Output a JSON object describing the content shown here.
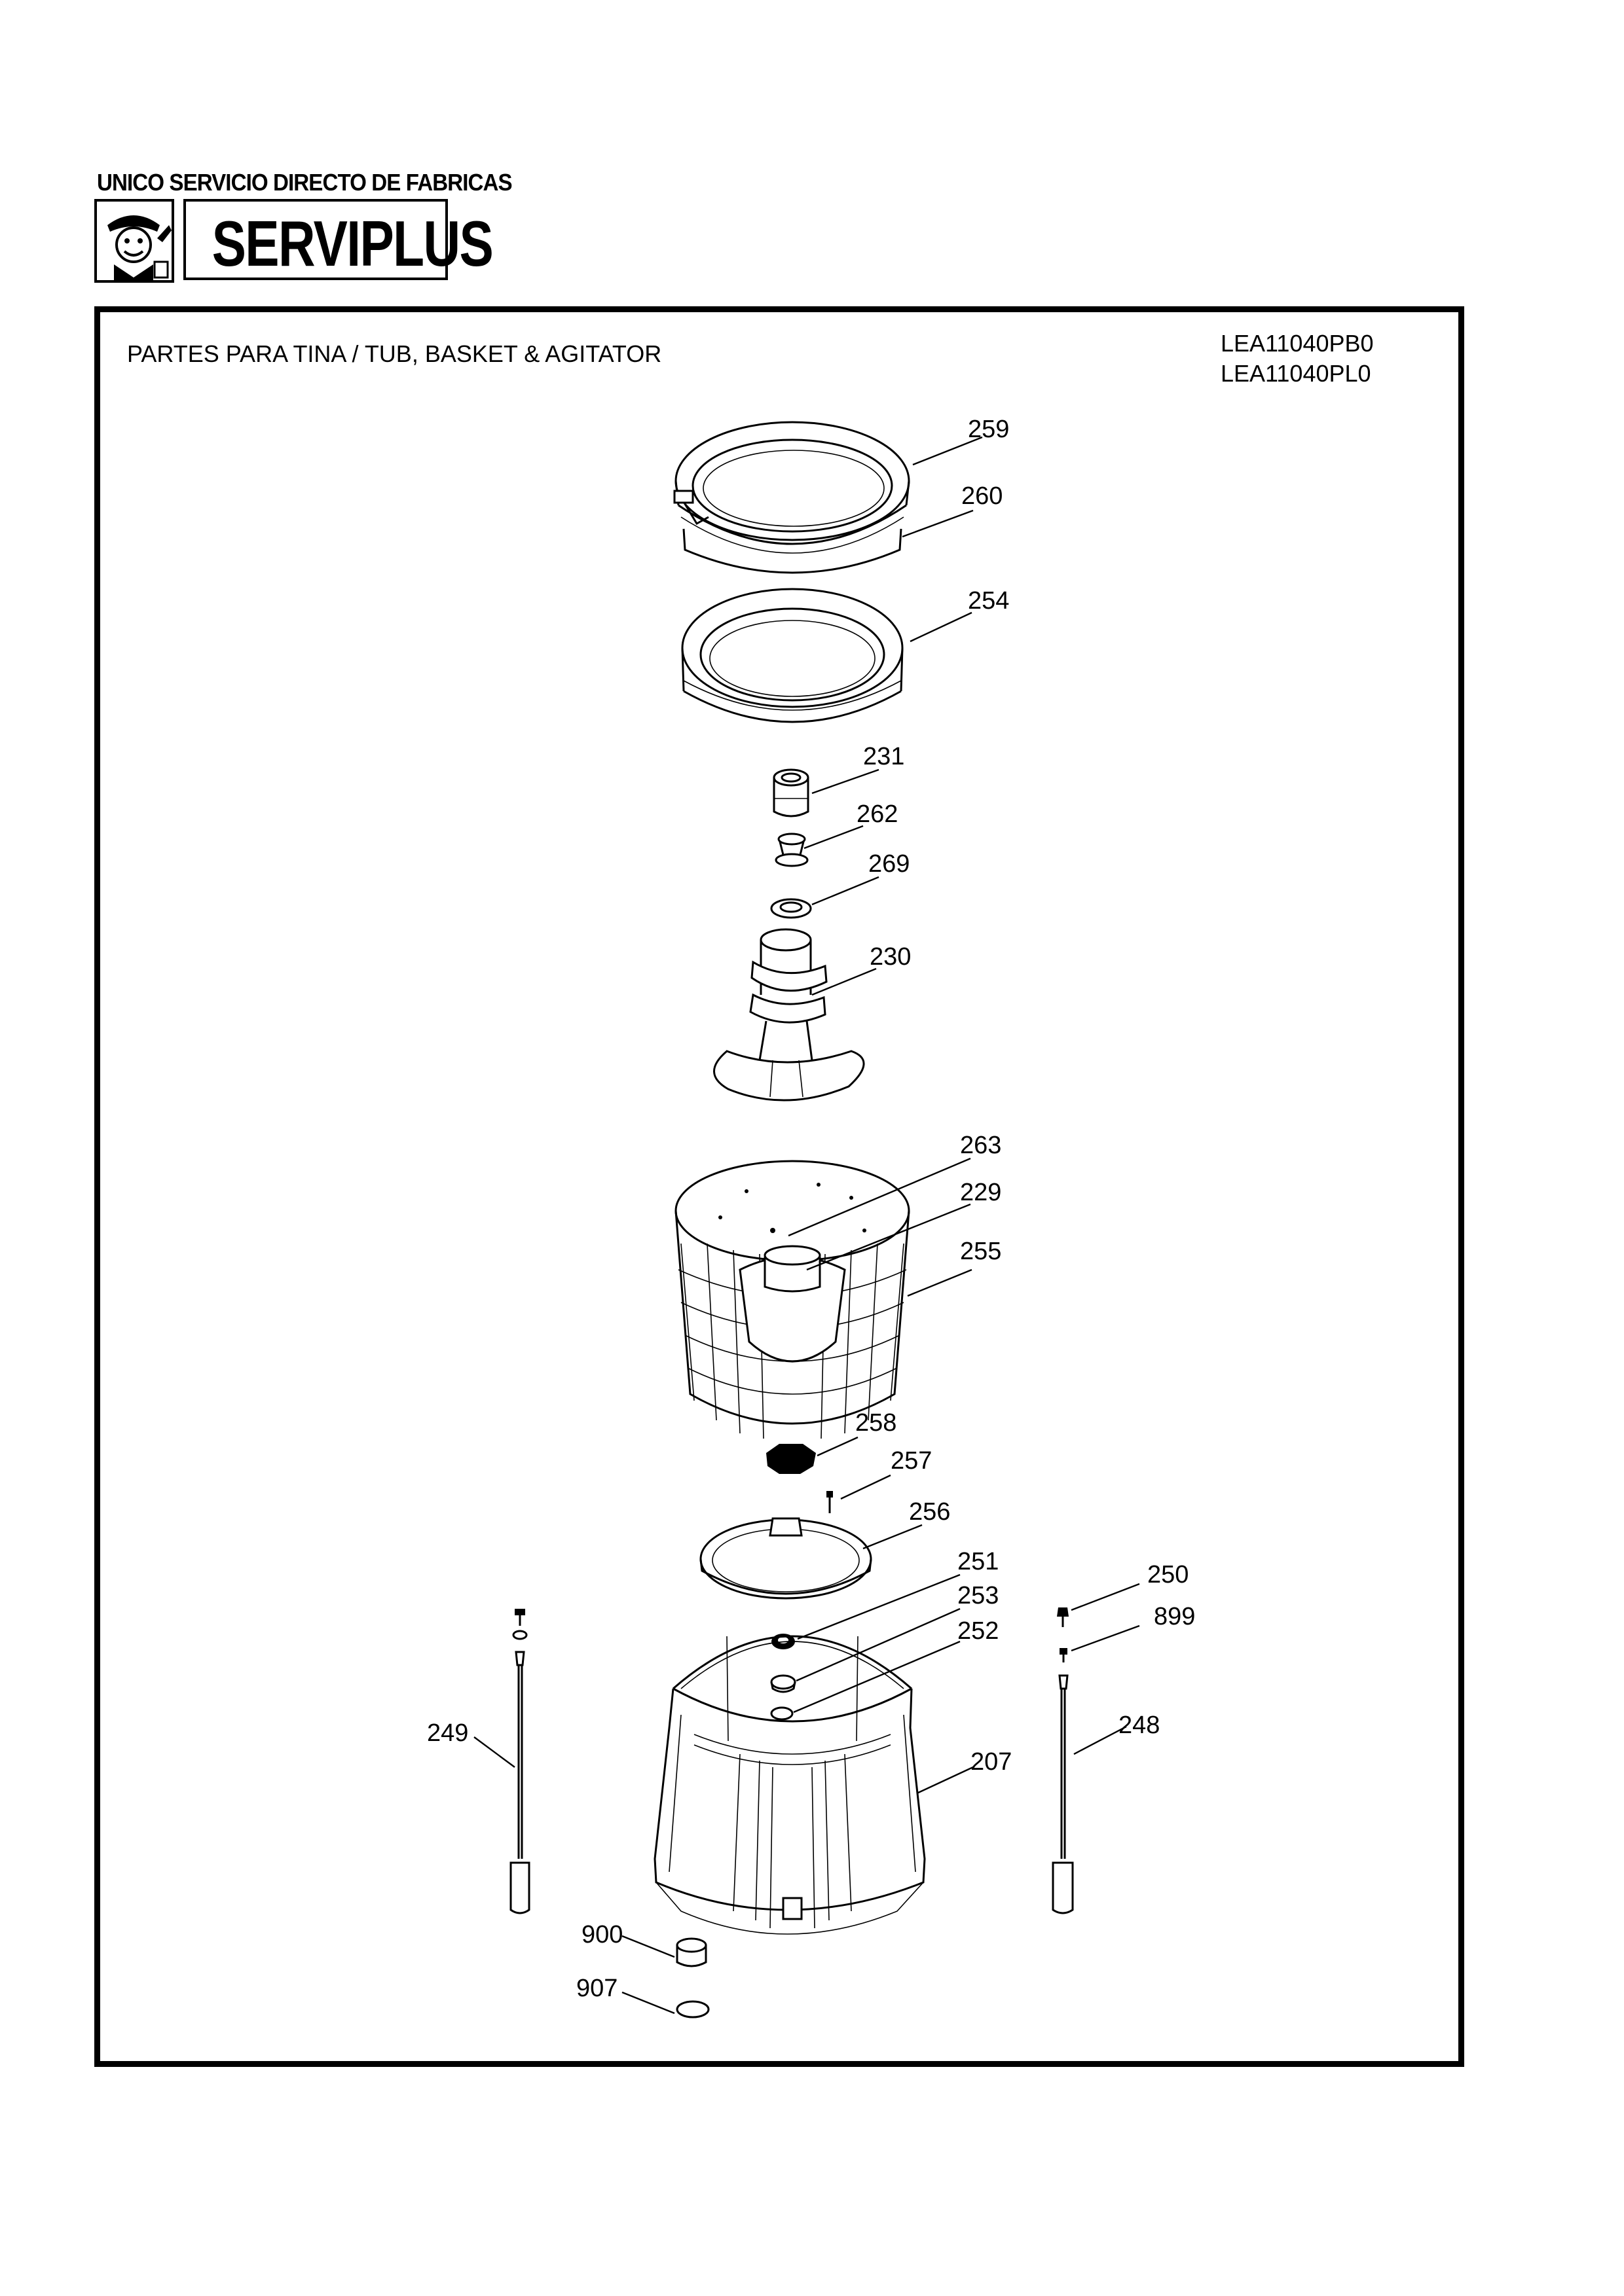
{
  "header": {
    "tagline": "UNICO SERVICIO DIRECTO DE FABRICAS",
    "brand": "SERVIPLUS"
  },
  "diagram": {
    "title": "PARTES PARA TINA  /  TUB, BASKET & AGITATOR",
    "models": [
      "LEA11040PB0",
      "LEA11040PL0"
    ]
  },
  "parts": [
    {
      "number": "259",
      "part": "tub-cover"
    },
    {
      "number": "260",
      "part": "tub-cover-ring"
    },
    {
      "number": "254",
      "part": "balancer-ring"
    },
    {
      "number": "231",
      "part": "agitator-cap"
    },
    {
      "number": "262",
      "part": "agitator-bolt"
    },
    {
      "number": "269",
      "part": "washer"
    },
    {
      "number": "230",
      "part": "pulsator-agitator"
    },
    {
      "number": "263",
      "part": "basket-hole"
    },
    {
      "number": "229",
      "part": "basket-hub"
    },
    {
      "number": "255",
      "part": "spin-basket"
    },
    {
      "number": "258",
      "part": "hub-nut"
    },
    {
      "number": "257",
      "part": "screw"
    },
    {
      "number": "256",
      "part": "basket-bottom-plate"
    },
    {
      "number": "251",
      "part": "tub-seal"
    },
    {
      "number": "253",
      "part": "bearing"
    },
    {
      "number": "252",
      "part": "o-ring"
    },
    {
      "number": "250",
      "part": "bolt"
    },
    {
      "number": "899",
      "part": "washer"
    },
    {
      "number": "249",
      "part": "suspension-rod-left"
    },
    {
      "number": "248",
      "part": "suspension-rod-right"
    },
    {
      "number": "207",
      "part": "outer-tub"
    },
    {
      "number": "900",
      "part": "drain-cap"
    },
    {
      "number": "907",
      "part": "drain-ring"
    }
  ]
}
